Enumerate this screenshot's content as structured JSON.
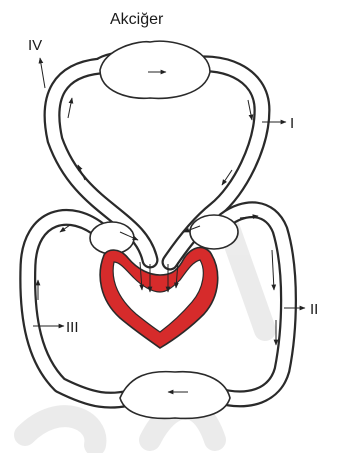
{
  "diagram": {
    "organ_label": "Akciğer",
    "vessel_labels": {
      "I": "I",
      "II": "II",
      "III": "III",
      "IV": "IV"
    },
    "colors": {
      "heart_wall": "#d62b2b",
      "vessel_outline": "#2a2a2a",
      "background": "#ffffff",
      "watermark": "#c8c8c8"
    }
  }
}
